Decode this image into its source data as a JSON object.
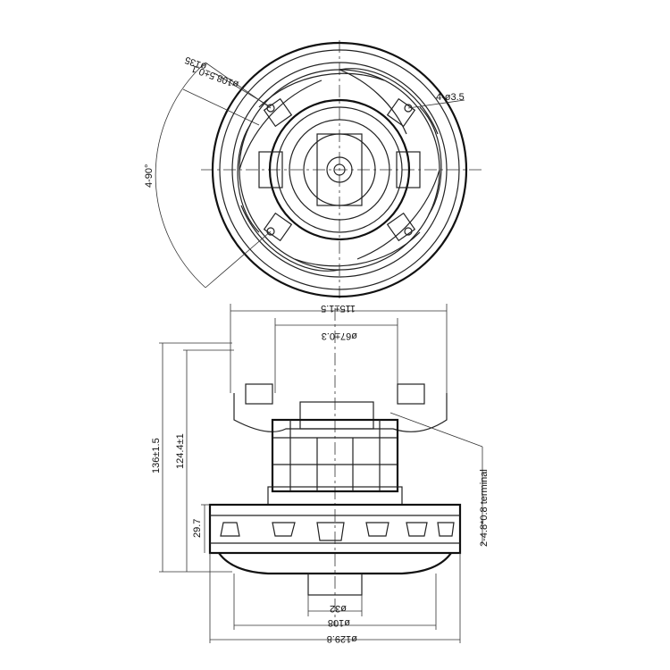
{
  "top_view": {
    "outer_diameter": "ø135",
    "mount_diameter": "ø108.5±0.1",
    "holes": "4-ø3.5",
    "angle": "4-90°"
  },
  "side_view": {
    "width_top": "115±1.5",
    "inner_diameter": "ø67±0.3",
    "height_total": "136±1.5",
    "height_motor": "124.4±1",
    "height_fan": "29.7",
    "terminal": "2-4.8*0.8 terminal",
    "shaft_diameter": "ø32",
    "base_diameter": "ø108",
    "fan_diameter": "ø129.8"
  }
}
